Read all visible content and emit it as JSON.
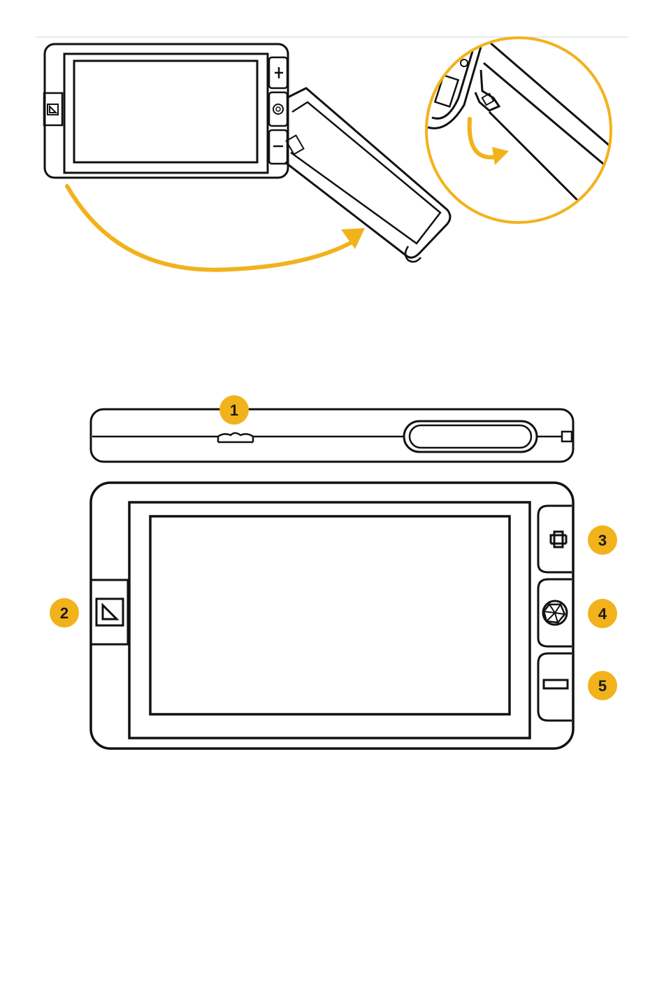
{
  "colors": {
    "accent": "#f2b21b",
    "ink": "#111111",
    "background": "#ffffff"
  },
  "icons": {
    "mode_button": "right-triangle-icon",
    "zoom_in_button": "plus-icon",
    "capture_button": "camera-shutter-icon",
    "zoom_out_button": "minus-icon",
    "stand_motion": "curved-arrow-icon"
  },
  "callouts": [
    {
      "number": "1",
      "target": "top-edge-control"
    },
    {
      "number": "2",
      "target": "mode-button"
    },
    {
      "number": "3",
      "target": "zoom-in-button"
    },
    {
      "number": "4",
      "target": "capture-button"
    },
    {
      "number": "5",
      "target": "zoom-out-button"
    }
  ]
}
